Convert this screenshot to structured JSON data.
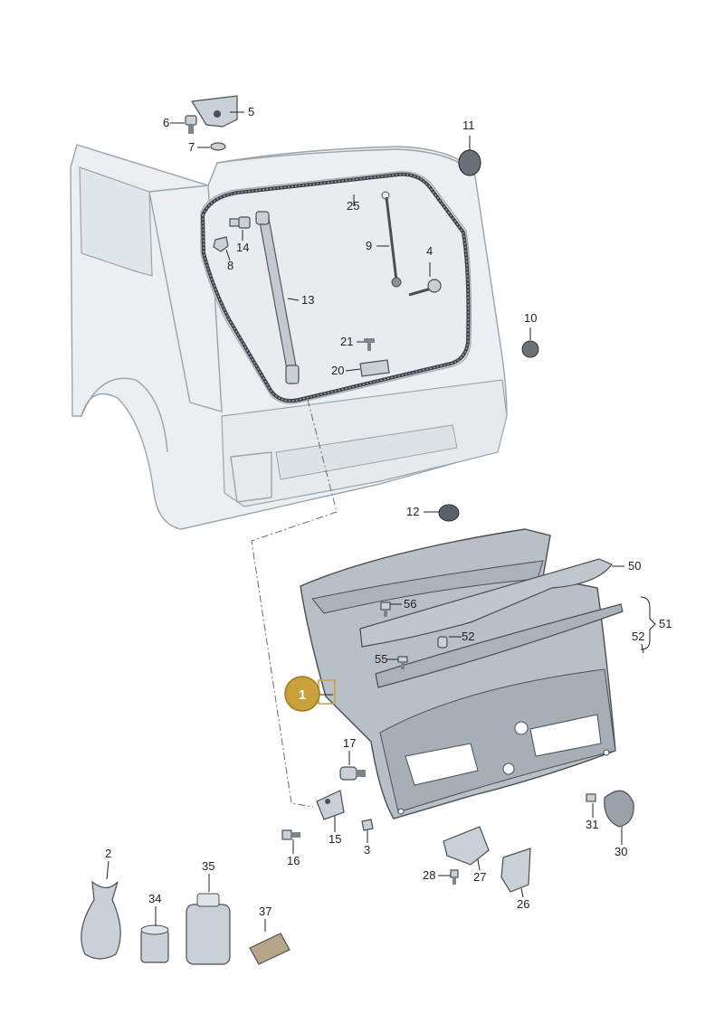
{
  "callouts": {
    "l1": "1",
    "l2": "2",
    "l3": "3",
    "l4": "4",
    "l5": "5",
    "l6": "6",
    "l7": "7",
    "l8": "8",
    "l9": "9",
    "l10": "10",
    "l11": "11",
    "l12": "12",
    "l13": "13",
    "l14": "14",
    "l15": "15",
    "l16": "16",
    "l17": "17",
    "l20": "20",
    "l21": "21",
    "l25": "25",
    "l26": "26",
    "l27": "27",
    "l28": "28",
    "l30": "30",
    "l31": "31",
    "l34": "34",
    "l35": "35",
    "l37": "37",
    "l50": "50",
    "l51": "51",
    "l52a": "52",
    "l52b": "52",
    "l55": "55",
    "l56": "56"
  },
  "colors": {
    "badge": "#c9a13a",
    "badge_border": "#9c7a22",
    "car_body": "#eceff1",
    "part": "#c9d0d6"
  }
}
